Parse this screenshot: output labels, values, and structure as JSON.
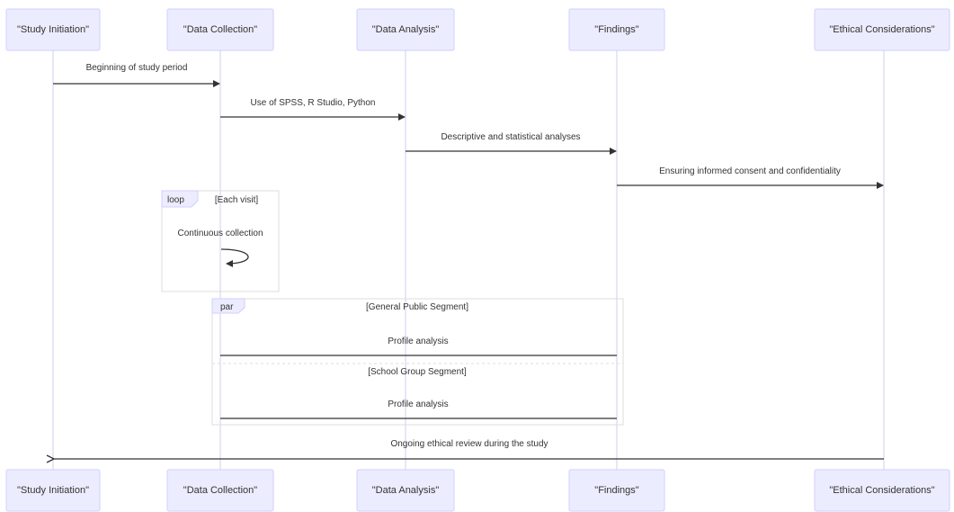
{
  "diagram": {
    "type": "sequence",
    "participants": [
      {
        "id": "study",
        "label": "\"Study Initiation\""
      },
      {
        "id": "collection",
        "label": "\"Data Collection\""
      },
      {
        "id": "analysis",
        "label": "\"Data Analysis\""
      },
      {
        "id": "findings",
        "label": "\"Findings\""
      },
      {
        "id": "ethics",
        "label": "\"Ethical Considerations\""
      }
    ],
    "messages": [
      {
        "from": "study",
        "to": "collection",
        "text": "Beginning of study period"
      },
      {
        "from": "collection",
        "to": "analysis",
        "text": "Use of SPSS, R Studio, Python"
      },
      {
        "from": "analysis",
        "to": "findings",
        "text": "Descriptive and statistical analyses"
      },
      {
        "from": "findings",
        "to": "ethics",
        "text": "Ensuring informed consent and confidentiality"
      },
      {
        "from": "ethics",
        "to": "study",
        "text": "Ongoing ethical review during the study"
      }
    ],
    "loop": {
      "keyword": "loop",
      "condition": "[Each visit]",
      "self_message": "Continuous collection"
    },
    "par": {
      "keyword": "par",
      "sections": [
        {
          "condition": "[General Public Segment]",
          "message": "Profile analysis"
        },
        {
          "condition": "[School Group Segment]",
          "message": "Profile analysis"
        }
      ]
    }
  },
  "colors": {
    "actor_fill": "#ececff",
    "actor_border": "#cfcfff",
    "lifeline": "#d7d7ef",
    "arrow": "#333333",
    "text": "#333333"
  }
}
